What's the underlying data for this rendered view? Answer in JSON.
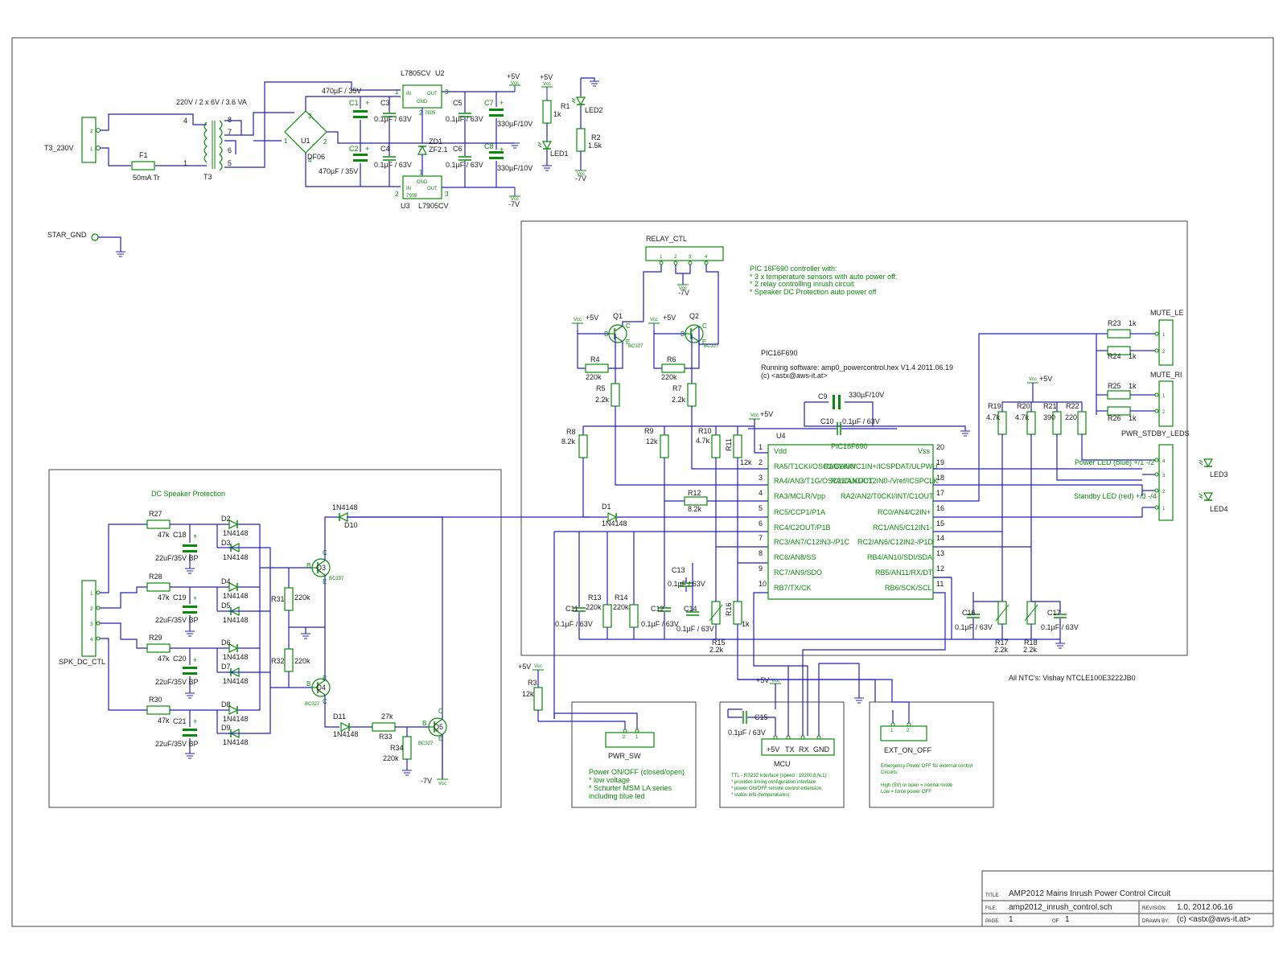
{
  "title_block": {
    "title_label": "TITLE",
    "title": "AMP2012 Mains Inrush Power Control Circuit",
    "file_label": "FILE:",
    "file": "amp2012_inrush_control.sch",
    "rev_label": "REVISION:",
    "rev": "1.0, 2012.06.16",
    "page_label": "PAGE",
    "page": "1",
    "of_label": "OF",
    "of": "1",
    "drawn_label": "DRAWN BY:",
    "drawn": "(c) <astx@aws-it.at>"
  },
  "power": {
    "t3_230": "T3_230V",
    "xfmr_rating": "220V / 2 x 6V / 3.6 VA",
    "f1": "F1",
    "f1_value": "50mA Tr",
    "t3": "T3",
    "pins": [
      "4",
      "1",
      "8",
      "7",
      "6",
      "5"
    ],
    "u1": "U1",
    "df06": "DF06",
    "u2_name": "L7805CV",
    "u2": "U2",
    "u3": "U3",
    "u3_name": "L7905CV",
    "c1": "C1",
    "c1_value": "470µF / 35V",
    "c2": "C2",
    "c2_value": "470µF / 35V",
    "c3": "C3",
    "c3_value": "0.1µF / 63V",
    "c4": "C4",
    "c4_value": "0.1µF / 63V",
    "c5": "C5",
    "c5_value": "0.1µF / 63V",
    "c6": "C6",
    "c6_value": "0.1µF / 63V",
    "c7": "C7",
    "c7_value": "330µF/10V",
    "c8": "C8",
    "c8_value": "330µF/10V",
    "zd1": "ZD1",
    "zd1_value": "ZF2.1",
    "plus5": "+5V",
    "minus7": "-7V",
    "vcc": "Vcc",
    "r1": "R1",
    "r1_value": "1k",
    "r2": "R2",
    "r2_value": "1.5k",
    "led1": "LED1",
    "led2": "LED2",
    "star_gnd": "STAR_GND",
    "gnd_label": "GND",
    "out_label": "OUT",
    "in_label": "IN",
    "reg_body_u2": "7805",
    "reg_body_u3": "7905"
  },
  "controller": {
    "relay_ctl": "RELAY_CTL",
    "note_title": "PIC 16F690 controller with:",
    "note_lines": [
      "* 3 x temperature sensors with auto power off:",
      "* 2 relay controlling inrush circuit",
      "* Speaker DC Protection auto power off"
    ],
    "pic": "PIC16F690",
    "software": "Running software: amp0_powercontrol.hex V1.4 2011.06.19",
    "copyright": "(c) <astx@aws-it.at>",
    "q1": "Q1",
    "q2": "Q2",
    "bc327": "BC327",
    "r4": "R4",
    "r4_value": "220k",
    "r5": "R5",
    "r5_value": "2.2k",
    "r6": "R6",
    "r6_value": "220k",
    "r7": "R7",
    "r7_value": "2.2k",
    "r8": "R8",
    "r8_value": "8.2k",
    "r9": "R9",
    "r9_value": "12k",
    "r10": "R10",
    "r10_value": "4.7k",
    "r11": "R11",
    "r11_value": "12k",
    "r12": "R12",
    "r12_value": "8.2k",
    "r13": "R13",
    "r13_value": "220k",
    "r14": "R14",
    "r14_value": "220k",
    "r15": "R15",
    "r15_value": "2.2k",
    "r16": "R16",
    "r16_value": "1k",
    "r17": "R17",
    "r17_value": "2.2k",
    "r18": "R18",
    "r18_value": "2.2k",
    "r19": "R19",
    "r19_value": "4.7k",
    "r20": "R20",
    "r20_value": "4.7k",
    "r21": "R21",
    "r21_value": "390",
    "r22": "R22",
    "r22_value": "220",
    "r23": "R23",
    "r23_value": "1k",
    "r24": "R24",
    "r24_value": "1k",
    "r25": "R25",
    "r25_value": "1k",
    "r26": "R26",
    "r26_value": "1k",
    "c9": "C9",
    "c9_value": "330µF/10V",
    "c10": "C10",
    "c10_value": "0.1µF / 63V",
    "c11": "C11",
    "c11_value": "0.1µF / 63V",
    "c12": "C12",
    "c12_value": "0.1µF / 63V",
    "c13": "C13",
    "c13_value": "0.1µF / 63V",
    "c14": "C14",
    "c14_value": "0.1µF / 63V",
    "c16": "C16",
    "c16_value": "0.1µF / 63V",
    "c17": "C17",
    "c17_value": "0.1µF / 63V",
    "d1": "D1",
    "d1_value": "1N4148",
    "u4": "U4",
    "left_pins": [
      "Vdd",
      "RA5/T1CKI/OSC1/CLKIN",
      "RA4/AN3/T1G/OSC2/CLKOUT",
      "RA3/MCLR/Vpp",
      "RC5/CCP1/P1A",
      "RC4/C2OUT/P1B",
      "RC3/AN7/C12IN3-/P1C",
      "RC6/AN8/SS",
      "RC7/AN9/SDO",
      "RB7/TX/CK"
    ],
    "left_nums": [
      "1",
      "2",
      "3",
      "4",
      "5",
      "6",
      "7",
      "8",
      "9",
      "10"
    ],
    "right_pins": [
      "Vss",
      "RA0/AN0/C1IN+/ICSPDAT/ULPWU",
      "RA1/AN1/C12IN0-/Vref/ICSPCLK",
      "RA2/AN2/T0CKI/INT/C1OUT",
      "RC0/AN4/C2IN+",
      "RC1/AN5/C12IN1-",
      "RC2/AN6/C12IN2-/P1D",
      "RB4/AN10/SDI/SDA",
      "RB5/AN11/RX/DT",
      "RB6/SCK/SCL"
    ],
    "right_nums": [
      "20",
      "19",
      "18",
      "17",
      "16",
      "15",
      "14",
      "13",
      "12",
      "11"
    ],
    "mute_le": "MUTE_LE",
    "mute_ri": "MUTE_RI",
    "pwr_stdby_leds": "PWR_STDBY_LEDS",
    "power_led": "Power LED (blue) +/1 -/2",
    "standby_led": "Standby LED (red) +/3 -/4",
    "led3": "LED3",
    "led4": "LED4",
    "ntc_note": "All NTC's: Vishay NTCLE100E3222JB0",
    "plus5": "+5V",
    "minus7": "-7V",
    "vcc": "Vcc"
  },
  "dc_protection": {
    "title": "DC Speaker Protection",
    "spk_dc_ctl": "SPK_DC_CTL",
    "r27": "R27",
    "r28": "R28",
    "r29": "R29",
    "r30": "R30",
    "r_value": "47k",
    "c18": "C18",
    "c19": "C19",
    "c20": "C20",
    "c21": "C21",
    "c_value": "22uF/35V BP",
    "diodes": [
      "D2",
      "D3",
      "D4",
      "D5",
      "D6",
      "D7",
      "D8",
      "D9"
    ],
    "diode_value": "1N4148",
    "r31": "R31",
    "r32": "R32",
    "r31_value": "220k",
    "r32_value": "220k",
    "q3": "Q3",
    "q4": "Q4",
    "q5": "Q5",
    "bc337": "BC337",
    "bc327": "BC327",
    "d10": "D10",
    "d11": "D11",
    "r33": "R33",
    "r33_value": "27k",
    "r34": "R34",
    "r34_value": "220k",
    "minus7": "-7V"
  },
  "pwr_sw": {
    "r3": "R3",
    "r3_value": "12k",
    "plus5": "+5V",
    "label": "PWR_SW",
    "notes": [
      "Power ON/OFF (closed/open)",
      "* low voltage",
      "* Schurter MSM LA series",
      "  including blue led"
    ]
  },
  "mcu": {
    "c15": "C15",
    "c15_value": "0.1µF / 63V",
    "plus5": "+5V",
    "pins": [
      "+5V",
      "TX",
      "RX",
      "GND"
    ],
    "label": "MCU",
    "notes": [
      "TTL - RS232 interface (speed : 19200,8,N,1)",
      "* provides timing configuration interface",
      "* power ON/OFF remote control extension",
      "* status info (temperatures)"
    ]
  },
  "ext_on_off": {
    "label": "EXT_ON_OFF",
    "notes": [
      "Emergency Power OFF for external control",
      "Circuits:",
      "",
      "High (5V) or open = normal mode",
      "Low = force power OFF"
    ]
  }
}
